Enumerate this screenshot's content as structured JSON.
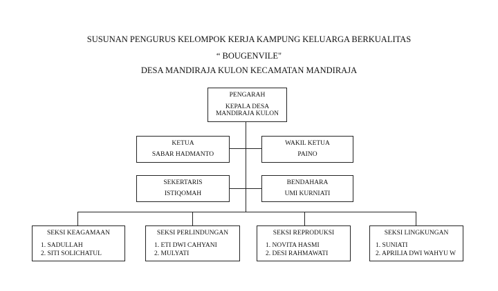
{
  "title": {
    "line1": "SUSUNAN PENGURUS KELOMPOK KERJA KAMPUNG KELUARGA BERKUALITAS",
    "line2": "“ BOUGENVILE\"",
    "line3": "DESA MANDIRAJA KULON KECAMATAN MANDIRAJA"
  },
  "pengarah": {
    "role": "PENGARAH",
    "name_line1": "KEPALA DESA",
    "name_line2": "MANDIRAJA KULON"
  },
  "ketua": {
    "role": "KETUA",
    "name": "SABAR HADMANTO"
  },
  "wakil_ketua": {
    "role": "WAKIL KETUA",
    "name": "PAINO"
  },
  "sekertaris": {
    "role": "SEKERTARIS",
    "name": "ISTIQOMAH"
  },
  "bendahara": {
    "role": "BENDAHARA",
    "name": "UMI KURNIATI"
  },
  "seksi": [
    {
      "title": "SEKSI KEAGAMAAN",
      "members": [
        "1.  SADULLAH",
        "2.  SITI SOLICHATUL"
      ]
    },
    {
      "title": "SEKSI PERLINDUNGAN",
      "members": [
        "1.  ETI DWI CAHYANI",
        "2.  MULYATI"
      ]
    },
    {
      "title": "SEKSI REPRODUKSI",
      "members": [
        "1.  NOVITA HASMI",
        "2.  DESI RAHMAWATI"
      ]
    },
    {
      "title": "SEKSI LINGKUNGAN",
      "members": [
        "1.  SUNIATI",
        "2.  APRILIA DWI WAHYU W"
      ]
    }
  ]
}
